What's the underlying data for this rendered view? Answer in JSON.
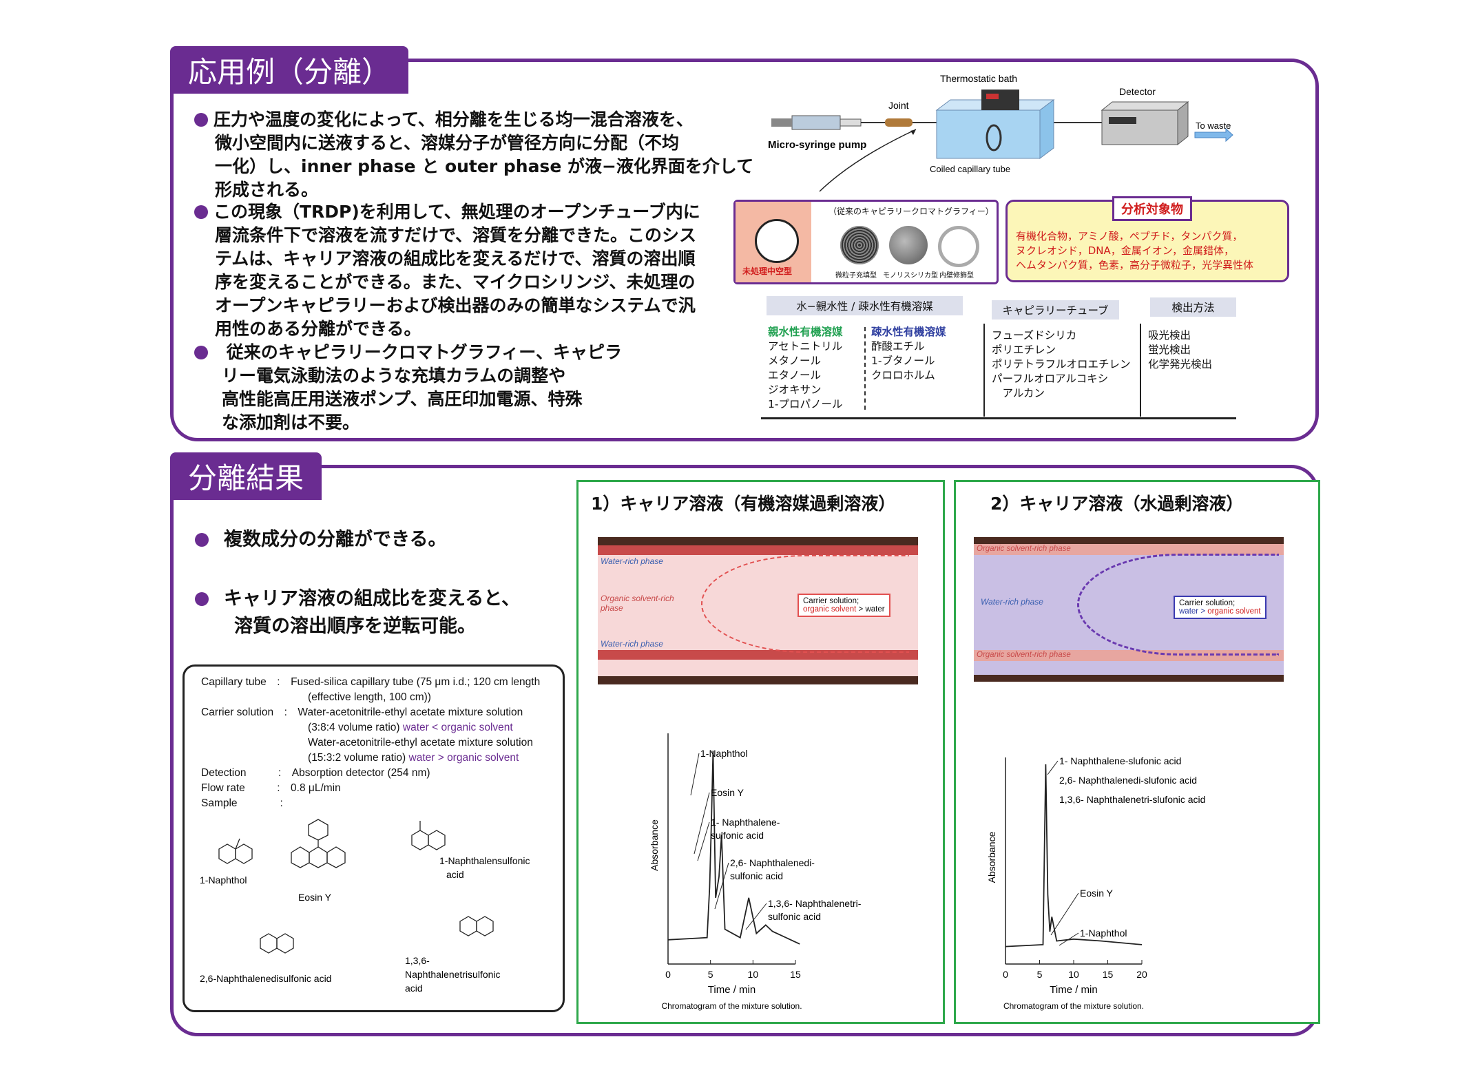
{
  "section1": {
    "title": "応用例（分離）",
    "bullets": [
      [
        "圧力や温度の変化によって、相分離を生じる均一混合溶液を、",
        "微小空間内に送液すると、溶媒分子が管径方向に分配（不均",
        "一化）し、inner phase と outer phase が液−液化界面を介して",
        "形成される。"
      ],
      [
        "この現象（TRDP)を利用して、無処理のオープンチューブ内に",
        "層流条件下で溶液を流すだけで、溶質を分離できた。このシス",
        "テムは、キャリア溶液の組成比を変えるだけで、溶質の溶出順",
        "序を変えることができる。また、マイクロシリンジ、未処理の",
        "オープンキャピラリーおよび検出器のみの簡単なシステムで汎",
        "用性のある分離ができる。"
      ],
      [
        " 従来のキャピラリークロマトグラフィー、キャピラ",
        "リー電気泳動法のような充填カラムの調整や",
        "高性能高圧用送液ポンプ、高圧印加電源、特殊",
        "な添加剤は不要。"
      ]
    ],
    "apparatus": {
      "thermostatic_bath": "Thermostatic bath",
      "joint": "Joint",
      "detector": "Detector",
      "to_waste": "To waste",
      "pump": "Micro-syringe pump",
      "coiled": "Coiled capillary tube"
    },
    "capillary_box": {
      "untreated": "未処理中空型",
      "conventional": "（従来のキャピラリークロマトグラフィー）",
      "types": [
        "微粒子充填型",
        "モノリスシリカ型",
        "内壁修飾型"
      ]
    },
    "analytes": {
      "title": "分析対象物",
      "lines": [
        "有機化合物，アミノ酸，ペプチド，タンパク質，",
        "ヌクレオシド，DNA，金属イオン，金属錯体，",
        "ヘムタンパク質，色素，高分子微粒子，光学異性体"
      ]
    },
    "table": {
      "headers": [
        "水−親水性 / 疎水性有機溶媒",
        "キャピラリーチューブ",
        "検出方法"
      ],
      "hydrophilic_title": "親水性有機溶媒",
      "hydrophilic": [
        "アセトニトリル",
        "メタノール",
        "エタノール",
        "ジオキサン",
        "1-プロパノール"
      ],
      "hydrophobic_title": "疎水性有機溶媒",
      "hydrophobic": [
        "酢酸エチル",
        "1-ブタノール",
        "クロロホルム"
      ],
      "tubes": [
        "フューズドシリカ",
        "ポリエチレン",
        "ポリテトラフルオロエチレン",
        "パーフルオロアルコキシ",
        "　アルカン"
      ],
      "detection": [
        "吸光検出",
        "蛍光検出",
        "化学発光検出"
      ]
    }
  },
  "section2": {
    "title": "分離結果",
    "bullets": [
      [
        "複数成分の分離ができる。"
      ],
      [
        "キャリア溶液の組成比を変えると、",
        "溶質の溶出順序を逆転可能。"
      ]
    ],
    "conditions": {
      "lines": [
        "Capillary tube　:　Fused-silica capillary tube (75 μm i.d.; 120 cm length",
        "                                    (effective length, 100 cm))",
        "Carrier solution　:　Water-acetonitrile-ethyl acetate mixture solution",
        "                                    (3:8:4 volume ratio) ",
        "                                    Water-acetonitrile-ethyl acetate mixture solution",
        "                                    (15:3:2 volume ratio) ",
        "Detection　　　:　Absorption detector (254 nm)",
        "Flow rate　　　:　0.8 μL/min",
        "Sample　　　　:"
      ],
      "ratio1_note": "water < organic solvent",
      "ratio2_note": "water > organic solvent",
      "samples": [
        "1-Naphthol",
        "Eosin Y",
        "1-Naphthalensulfonic",
        "acid",
        "2,6-Naphthalenedisulfonic acid",
        "1,3,6-",
        "Naphthalenetrisulfonic",
        "acid"
      ]
    },
    "panel1": {
      "title": "1）キャリア溶液（有機溶媒過剰溶液）",
      "phase_top": "Water-rich phase",
      "phase_mid": [
        "Organic solvent-rich",
        "phase"
      ],
      "phase_bot": "Water-rich phase",
      "carrier": [
        "Carrier solution;",
        "organic solvent",
        " > water"
      ],
      "caption": "Chromatogram of the mixture solution.",
      "peak_labels": [
        "1-Naphthol",
        "Eosin Y",
        "1- Naphthalene-",
        "sulfonic acid",
        "2,6- Naphthalenedi-",
        "sulfonic acid",
        "1,3,6- Naphthalenetri-",
        "sulfonic acid"
      ]
    },
    "panel2": {
      "title": "2）キャリア溶液（水過剰溶液）",
      "phase_top": "Organic solvent-rich phase",
      "phase_mid": "Water-rich phase",
      "phase_bot": "Organic solvent-rich phase",
      "carrier": [
        "Carrier solution;",
        "water > ",
        "organic solvent"
      ],
      "caption": "Chromatogram of the mixture solution.",
      "peak_labels": [
        "1- Naphthalene-slufonic acid",
        "2,6- Naphthalenedi-slufonic acid",
        "1,3,6- Naphthalenetri-slufonic acid",
        "Eosin Y",
        "1-Naphthol"
      ]
    }
  },
  "chart_data": [
    {
      "type": "line",
      "title": "",
      "xlabel": "Time / min",
      "ylabel": "Absorbance",
      "xlim": [
        0,
        15
      ],
      "xticks": [
        0,
        5,
        10,
        15
      ],
      "series": [
        {
          "values": [
            [
              0,
              0.05
            ],
            [
              4.6,
              0.06
            ],
            [
              4.9,
              0.3
            ],
            [
              5.1,
              0.6
            ],
            [
              5.3,
              0.95
            ],
            [
              5.6,
              0.25
            ],
            [
              6.0,
              0.35
            ],
            [
              6.3,
              0.55
            ],
            [
              6.7,
              0.1
            ],
            [
              8.5,
              0.06
            ],
            [
              9.5,
              0.25
            ],
            [
              10.4,
              0.08
            ],
            [
              11.5,
              0.12
            ],
            [
              12.3,
              0.09
            ],
            [
              15.5,
              0.03
            ]
          ]
        }
      ]
    },
    {
      "type": "line",
      "title": "",
      "xlabel": "Time / min",
      "ylabel": "Absorbance",
      "xlim": [
        0,
        20
      ],
      "xticks": [
        0,
        5,
        10,
        15,
        20
      ],
      "series": [
        {
          "values": [
            [
              0,
              0.02
            ],
            [
              5.5,
              0.03
            ],
            [
              5.9,
              1.0
            ],
            [
              6.2,
              0.3
            ],
            [
              6.5,
              0.1
            ],
            [
              6.8,
              0.18
            ],
            [
              7.5,
              0.05
            ],
            [
              10,
              0.06
            ],
            [
              14,
              0.05
            ],
            [
              20,
              0.03
            ]
          ]
        }
      ]
    }
  ]
}
